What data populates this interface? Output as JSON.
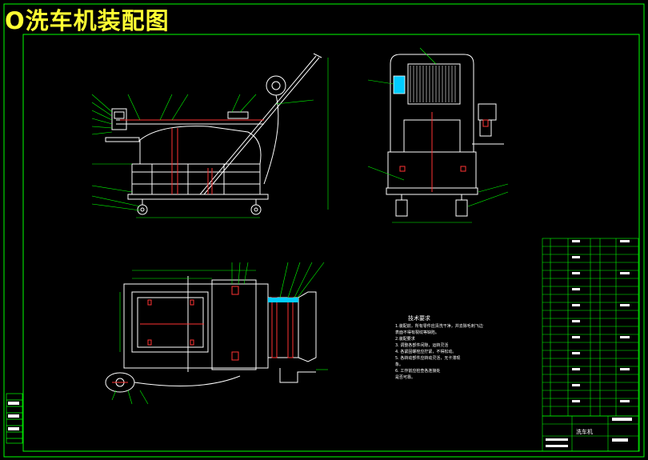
{
  "title": "O洗车机装配图",
  "tech_requirements": {
    "title": "技术要求",
    "lines": [
      "1.装配前，所有零件应清洗干净，并去除毛刺飞边",
      "  表面不得有裂纹等缺陷。",
      "2.装配要求",
      "3.  调整各部件间隙，运转灵活",
      "4.  各紧固螺栓应拧紧，不得松动。",
      "5.  各转动部件应转动灵活，无卡滞现",
      "  象。",
      "6.  工作前应检查各连接处",
      "  是否可靠。"
    ]
  },
  "title_block": {
    "drawing_name": "洗车机"
  },
  "colors": {
    "frame": "#00ff00",
    "part": "#ffffff",
    "title": "#ffff33",
    "hatch": "#ff3333",
    "accent": "#00ccff"
  }
}
